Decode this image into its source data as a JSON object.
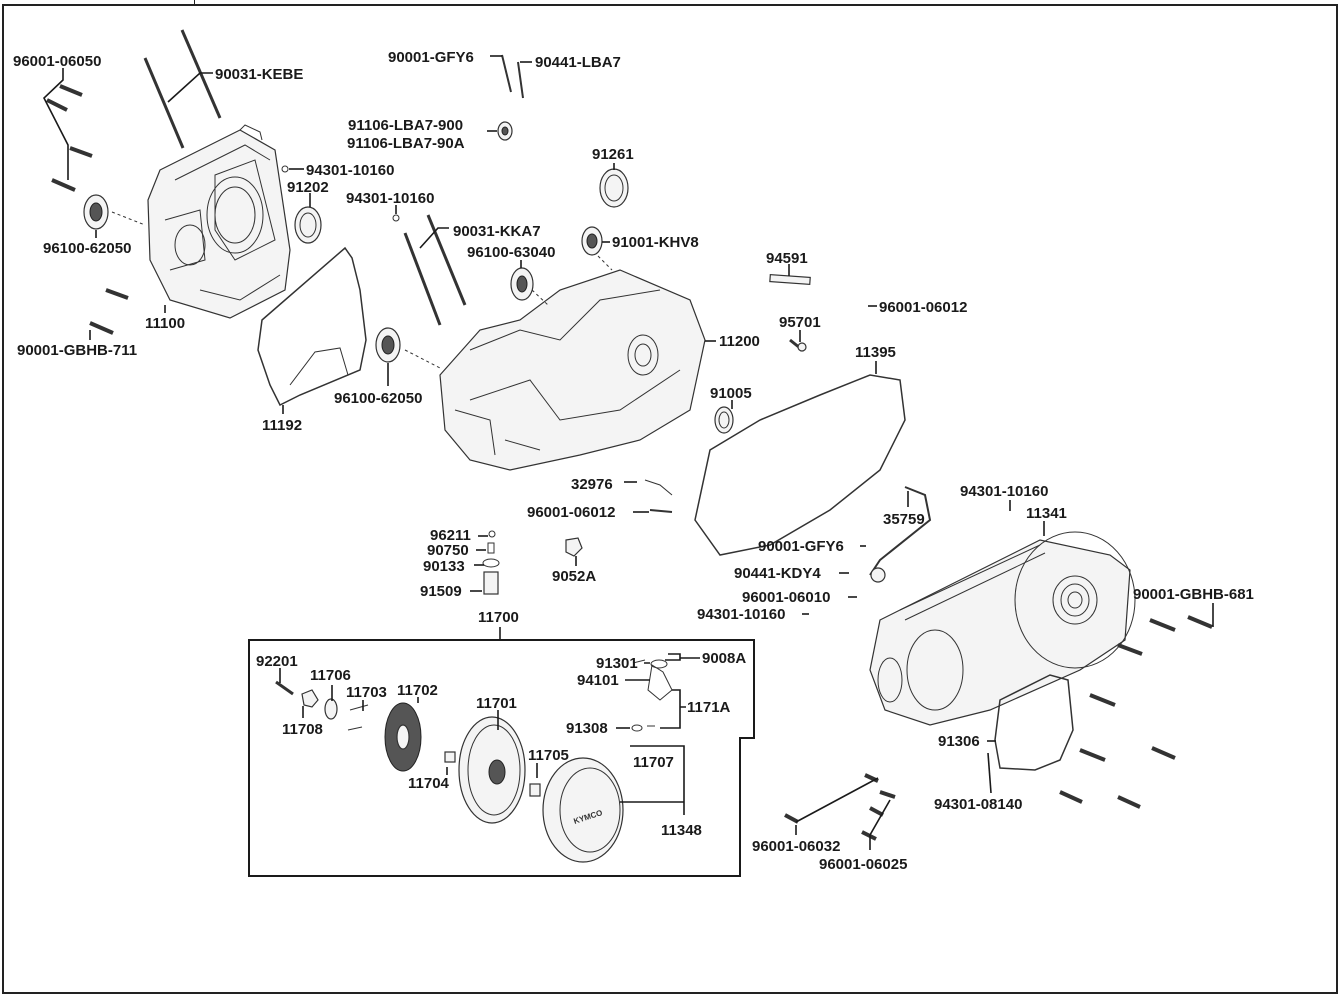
{
  "diagram": {
    "type": "exploded-parts-diagram",
    "subject": "engine crankcase and cover assembly",
    "kit_box_label": "11700",
    "parts": [
      {
        "id": "p1",
        "label": "96001-06050"
      },
      {
        "id": "p2",
        "label": "90031-KEBE"
      },
      {
        "id": "p3",
        "label": "90001-GFY6"
      },
      {
        "id": "p4",
        "label": "90441-LBA7"
      },
      {
        "id": "p5",
        "label": "91106-LBA7-900"
      },
      {
        "id": "p6",
        "label": "91106-LBA7-90A"
      },
      {
        "id": "p7",
        "label": "94301-10160"
      },
      {
        "id": "p8",
        "label": "91202"
      },
      {
        "id": "p9",
        "label": "94301-10160"
      },
      {
        "id": "p10",
        "label": "91261"
      },
      {
        "id": "p11",
        "label": "90031-KKA7"
      },
      {
        "id": "p12",
        "label": "96100-63040"
      },
      {
        "id": "p13",
        "label": "91001-KHV8"
      },
      {
        "id": "p14",
        "label": "96100-62050"
      },
      {
        "id": "p15",
        "label": "11100"
      },
      {
        "id": "p16",
        "label": "90001-GBHB-711"
      },
      {
        "id": "p17",
        "label": "94591"
      },
      {
        "id": "p18",
        "label": "96001-06012"
      },
      {
        "id": "p19",
        "label": "95701"
      },
      {
        "id": "p20",
        "label": "11200"
      },
      {
        "id": "p21",
        "label": "11395"
      },
      {
        "id": "p22",
        "label": "96100-62050"
      },
      {
        "id": "p23",
        "label": "11192"
      },
      {
        "id": "p24",
        "label": "91005"
      },
      {
        "id": "p25",
        "label": "32976"
      },
      {
        "id": "p26",
        "label": "96001-06012"
      },
      {
        "id": "p27",
        "label": "94301-10160"
      },
      {
        "id": "p28",
        "label": "35759"
      },
      {
        "id": "p29",
        "label": "11341"
      },
      {
        "id": "p30",
        "label": "96211"
      },
      {
        "id": "p31",
        "label": "90750"
      },
      {
        "id": "p32",
        "label": "90133"
      },
      {
        "id": "p33",
        "label": "91509"
      },
      {
        "id": "p34",
        "label": "9052A"
      },
      {
        "id": "p35",
        "label": "90001-GFY6"
      },
      {
        "id": "p36",
        "label": "90441-KDY4"
      },
      {
        "id": "p37",
        "label": "96001-06010"
      },
      {
        "id": "p38",
        "label": "94301-10160"
      },
      {
        "id": "p39",
        "label": "90001-GBHB-681"
      },
      {
        "id": "p40",
        "label": "11700"
      },
      {
        "id": "p41",
        "label": "92201"
      },
      {
        "id": "p42",
        "label": "11706"
      },
      {
        "id": "p43",
        "label": "11703"
      },
      {
        "id": "p44",
        "label": "11702"
      },
      {
        "id": "p45",
        "label": "11708"
      },
      {
        "id": "p46",
        "label": "11701"
      },
      {
        "id": "p47",
        "label": "91301"
      },
      {
        "id": "p48",
        "label": "9008A"
      },
      {
        "id": "p49",
        "label": "94101"
      },
      {
        "id": "p50",
        "label": "1171A"
      },
      {
        "id": "p51",
        "label": "91308"
      },
      {
        "id": "p52",
        "label": "11705"
      },
      {
        "id": "p53",
        "label": "11707"
      },
      {
        "id": "p54",
        "label": "11704"
      },
      {
        "id": "p55",
        "label": "11348"
      },
      {
        "id": "p56",
        "label": "91306"
      },
      {
        "id": "p57",
        "label": "94301-08140"
      },
      {
        "id": "p58",
        "label": "96001-06032"
      },
      {
        "id": "p59",
        "label": "96001-06025"
      }
    ],
    "cover_logo_text": "KYMCO"
  }
}
